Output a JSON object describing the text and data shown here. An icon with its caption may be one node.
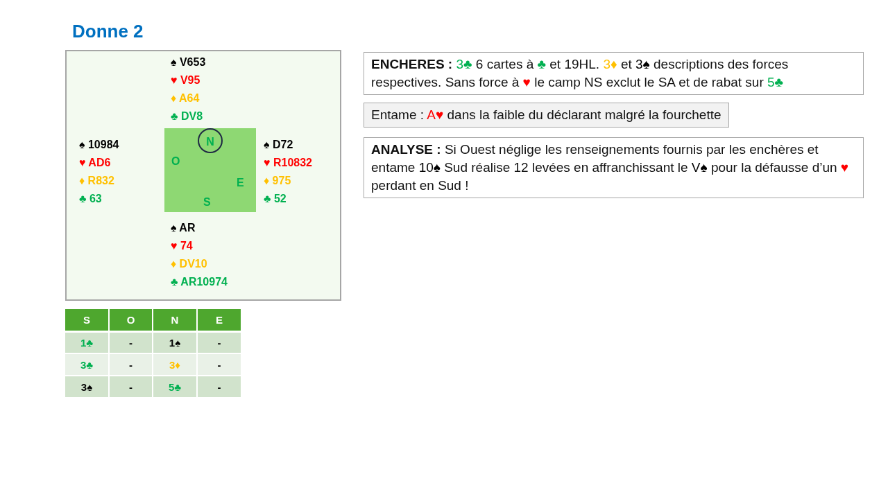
{
  "diagram": {
    "title": "Donne 2",
    "nodes": [
      {
        "text": [
          "♠ V653",
          "♥ V95",
          "♦ A64",
          "♣ DV8",
          "♠ 10984",
          "♥ AD6",
          "♦ R832",
          "♣ 63",
          "♠ D72",
          "♥ R10832",
          "♦ 975",
          "♣ 52",
          "♠ AR",
          "♥ 74",
          "♦ DV10",
          "♣ AR10974"
        ]
      },
      {
        "text": [
          "O",
          "E",
          "S"
        ],
        "in": 0
      },
      {
        "text": [
          "N"
        ],
        "in": 1
      },
      {
        "text": [
          "**ENCHERES :** 3♣ 6 cartes à ♣ et 19HL. 3♦ et 3♠ descriptions des forces respectives. Sans force à ♥ le camp NS exclut le SA et de rabat sur 5♣"
        ]
      },
      {
        "text": [
          "Entame : A♥ dans la faible du déclarant malgré la fourchette"
        ]
      },
      {
        "text": [
          "**ANALYSE :** Si Ouest néglige les renseignements fournis par les enchères et entame 10♠ Sud réalise 12 levées en affranchissant le V♠ pour la défausse d’un ♥ perdant en Sud !"
        ]
      }
    ],
    "labels": [
      "S",
      "O",
      "N",
      "E",
      "1♣",
      "-",
      "1♠",
      "-",
      "3♣",
      "-",
      "3♦",
      "-",
      "3♠",
      "-",
      "5♣",
      "-"
    ]
  }
}
